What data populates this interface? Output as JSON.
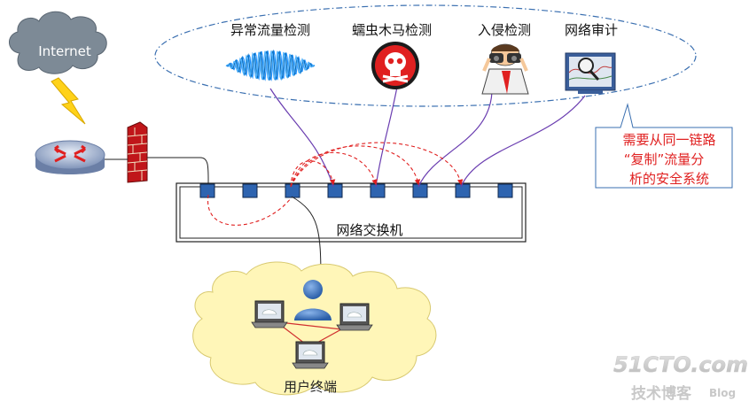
{
  "internet": {
    "label": "Internet"
  },
  "tools": [
    {
      "label": "异常流量检测",
      "icon": "waveform-icon"
    },
    {
      "label": "蠕虫木马检测",
      "icon": "skull-icon"
    },
    {
      "label": "入侵检测",
      "icon": "binoculars-man-icon"
    },
    {
      "label": "网络审计",
      "icon": "monitor-magnifier-icon"
    }
  ],
  "callout": {
    "lines": [
      "需要从同一链路",
      "“复制”流量分",
      "析的安全系统"
    ],
    "color": "#e02020"
  },
  "switch": {
    "label": "网络交换机",
    "port_count": 8
  },
  "users": {
    "label": "用户终端"
  },
  "watermark": {
    "main": "51CTO.com",
    "sub": "技术博客",
    "blog": "Blog"
  },
  "colors": {
    "port": "#2e64b0",
    "mirror_link": "#6a3db0",
    "mirror_flow": "#e02020",
    "cloud_internet": "#7d8a96",
    "cloud_users": "#fff6b8",
    "ellipse_border": "#3a6fb0"
  }
}
